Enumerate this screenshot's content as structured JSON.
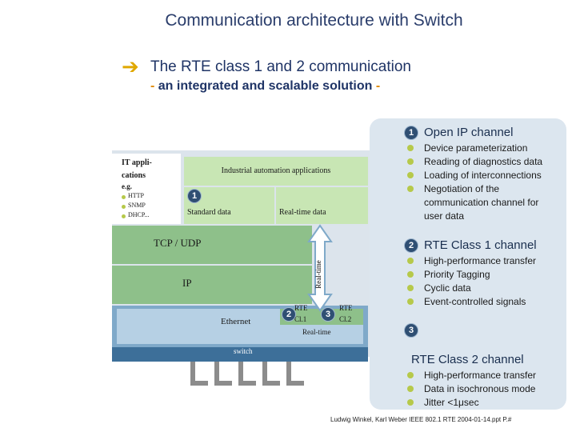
{
  "title": "Communication architecture with Switch",
  "subtitle": "The RTE class 1 and 2 communication",
  "subsubtitle": {
    "dash_left": "-",
    "text": " an integrated and scalable solution ",
    "dash_right": "-"
  },
  "diagram": {
    "it_apps": {
      "line1": "IT appli-",
      "line2": "cations",
      "line3": "e.g.",
      "items": [
        "HTTP",
        "SNMP",
        "DHCP..."
      ]
    },
    "industrial_apps": "Industrial automation applications",
    "standard_data": "Standard data",
    "realtime_data": "Real-time data",
    "tcp_udp": "TCP / UDP",
    "ip": "IP",
    "ethernet": "Ethernet",
    "rte_c1": {
      "line1": "RTE",
      "line2": "Cl.1"
    },
    "rte_c2": {
      "line1": "RTE",
      "line2": "Cl.2"
    },
    "realtime_bottom": "Real-time",
    "realtime_vertical": "Real-time",
    "switch": "switch",
    "badges": {
      "b1": "1",
      "b2": "2",
      "b3": "3"
    }
  },
  "panel": {
    "open_ip": {
      "badge": "1",
      "heading": "Open IP channel",
      "items": [
        "Device parameterization",
        "Reading of diagnostics data",
        "Loading of interconnections",
        "Negotiation of the",
        "communication channel for",
        "user data"
      ]
    },
    "rte1": {
      "badge": "2",
      "heading": "RTE Class 1 channel",
      "items": [
        "High-performance transfer",
        "Priority Tagging",
        "Cyclic data",
        "Event-controlled signals"
      ]
    },
    "rte2": {
      "badge": "3",
      "heading": "RTE Class 2 channel",
      "items": [
        "High-performance transfer",
        "Data in isochronous mode",
        "Jitter <1μsec"
      ]
    }
  },
  "footer": "Ludwig Winkel, Karl Weber  IEEE 802.1  RTE 2004-01-14.ppt   P.#",
  "colors": {
    "title": "#2a3d6b",
    "accent": "#e0a800",
    "bullet": "#b6c94a",
    "badge": "#2f4f73"
  }
}
